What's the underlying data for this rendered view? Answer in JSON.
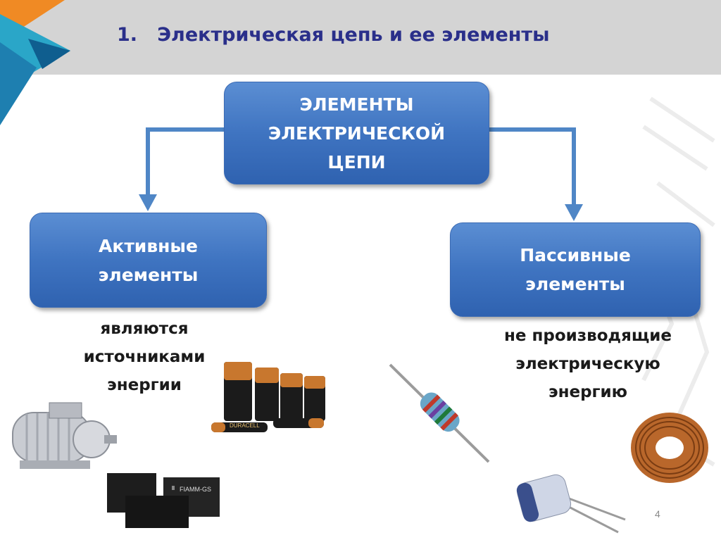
{
  "header": {
    "title": "1.   Электрическая цепь и ее элементы"
  },
  "diagram": {
    "main_box": [
      "ЭЛЕМЕНТЫ",
      "ЭЛЕКТРИЧЕСКОЙ",
      "ЦЕПИ"
    ],
    "active_box": [
      "Активные",
      "элементы"
    ],
    "passive_box": [
      "Пассивные",
      "элементы"
    ],
    "active_caption": [
      "являются",
      "источниками",
      "энергии"
    ],
    "passive_caption": [
      "не производящие",
      "электрическую",
      "энергию"
    ]
  },
  "images": {
    "battery_label": "DURACELL",
    "agm_label": "FIAMM-GS"
  },
  "footer": {
    "page_number": "4"
  },
  "colors": {
    "header_bg": "#d4d4d4",
    "title_text": "#2a2f8a",
    "box_blue": "#3f74c1",
    "connector_blue": "#4f86c6",
    "logo_orange": "#f08a24",
    "logo_teal": "#2aa6c8"
  }
}
